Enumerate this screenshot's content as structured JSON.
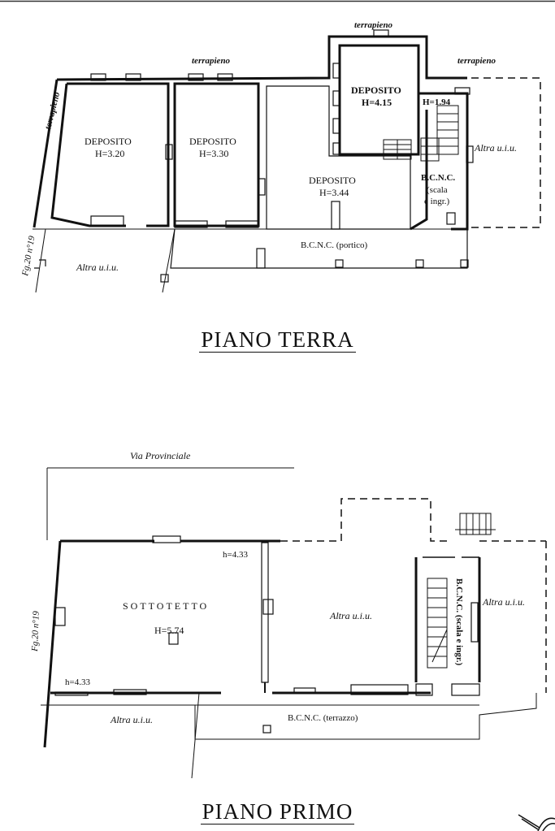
{
  "piano_terra": {
    "title": "PIANO TERRA",
    "labels": {
      "terrapieno_top_left": "terrapieno",
      "terrapieno_top_center": "terrapieno",
      "terrapieno_top_right": "terrapieno",
      "terrapieno_side": "terrapieno",
      "deposito_1": "DEPOSITO",
      "deposito_1_h": "H=3.20",
      "deposito_2": "DEPOSITO",
      "deposito_2_h": "H=3.30",
      "deposito_3": "DEPOSITO",
      "deposito_3_h": "H=3.44",
      "deposito_4": "DEPOSITO",
      "deposito_4_h": "H=4.15",
      "h_194": "H=1.94",
      "bcnc": "B.C.N.C.",
      "bcnc_sub1": "(scala",
      "bcnc_sub2": "e ingr.)",
      "altra_right": "Altra u.i.u.",
      "altra_left": "Altra u.i.u.",
      "portico": "B.C.N.C. (portico)",
      "foglio": "Fg.20 n°19"
    }
  },
  "piano_primo": {
    "title": "PIANO PRIMO",
    "labels": {
      "via": "Via Provinciale",
      "sottotetto": "SOTTOTETTO",
      "sottotetto_h": "H=5.74",
      "h_top": "h=4.33",
      "h_bottom": "h=4.33",
      "altra_center": "Altra u.i.u.",
      "altra_right": "Altra u.i.u.",
      "altra_bottom": "Altra u.i.u.",
      "bcnc_scala": "B.C.N.C. (scala e ingr.)",
      "terrazzo": "B.C.N.C. (terrazzo)",
      "foglio": "Fg.20 n°19"
    }
  }
}
